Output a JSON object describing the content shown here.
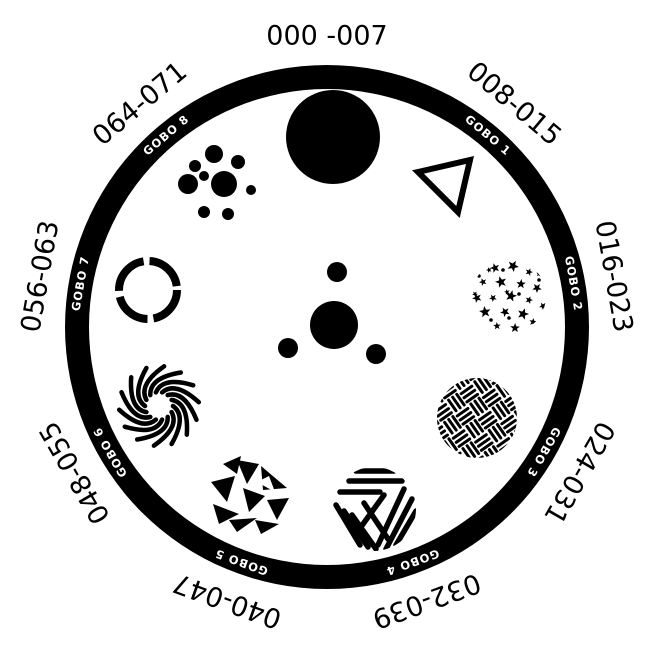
{
  "colors": {
    "ring": "#000000",
    "background": "#ffffff",
    "gobo_label": "#ffffff",
    "range_label": "#000000"
  },
  "ranges": [
    "000 -007",
    "008-015",
    "016-023",
    "024-031",
    "032-039",
    "040-047",
    "048-055",
    "056-063",
    "064-071"
  ],
  "gobos": [
    {
      "label": "",
      "icon": "solid-disc-icon"
    },
    {
      "label": "GOBO 1",
      "icon": "triangle-outline-icon"
    },
    {
      "label": "GOBO 2",
      "icon": "star-cluster-icon"
    },
    {
      "label": "GOBO 3",
      "icon": "woven-lines-icon"
    },
    {
      "label": "GOBO 4",
      "icon": "triangle-stripes-icon"
    },
    {
      "label": "GOBO 5",
      "icon": "shattered-triangles-icon"
    },
    {
      "label": "GOBO 6",
      "icon": "swirl-icon"
    },
    {
      "label": "GOBO 7",
      "icon": "broken-ring-icon"
    },
    {
      "label": "GOBO 8",
      "icon": "dot-cluster-icon"
    }
  ],
  "center_icon": "center-dots-icon"
}
